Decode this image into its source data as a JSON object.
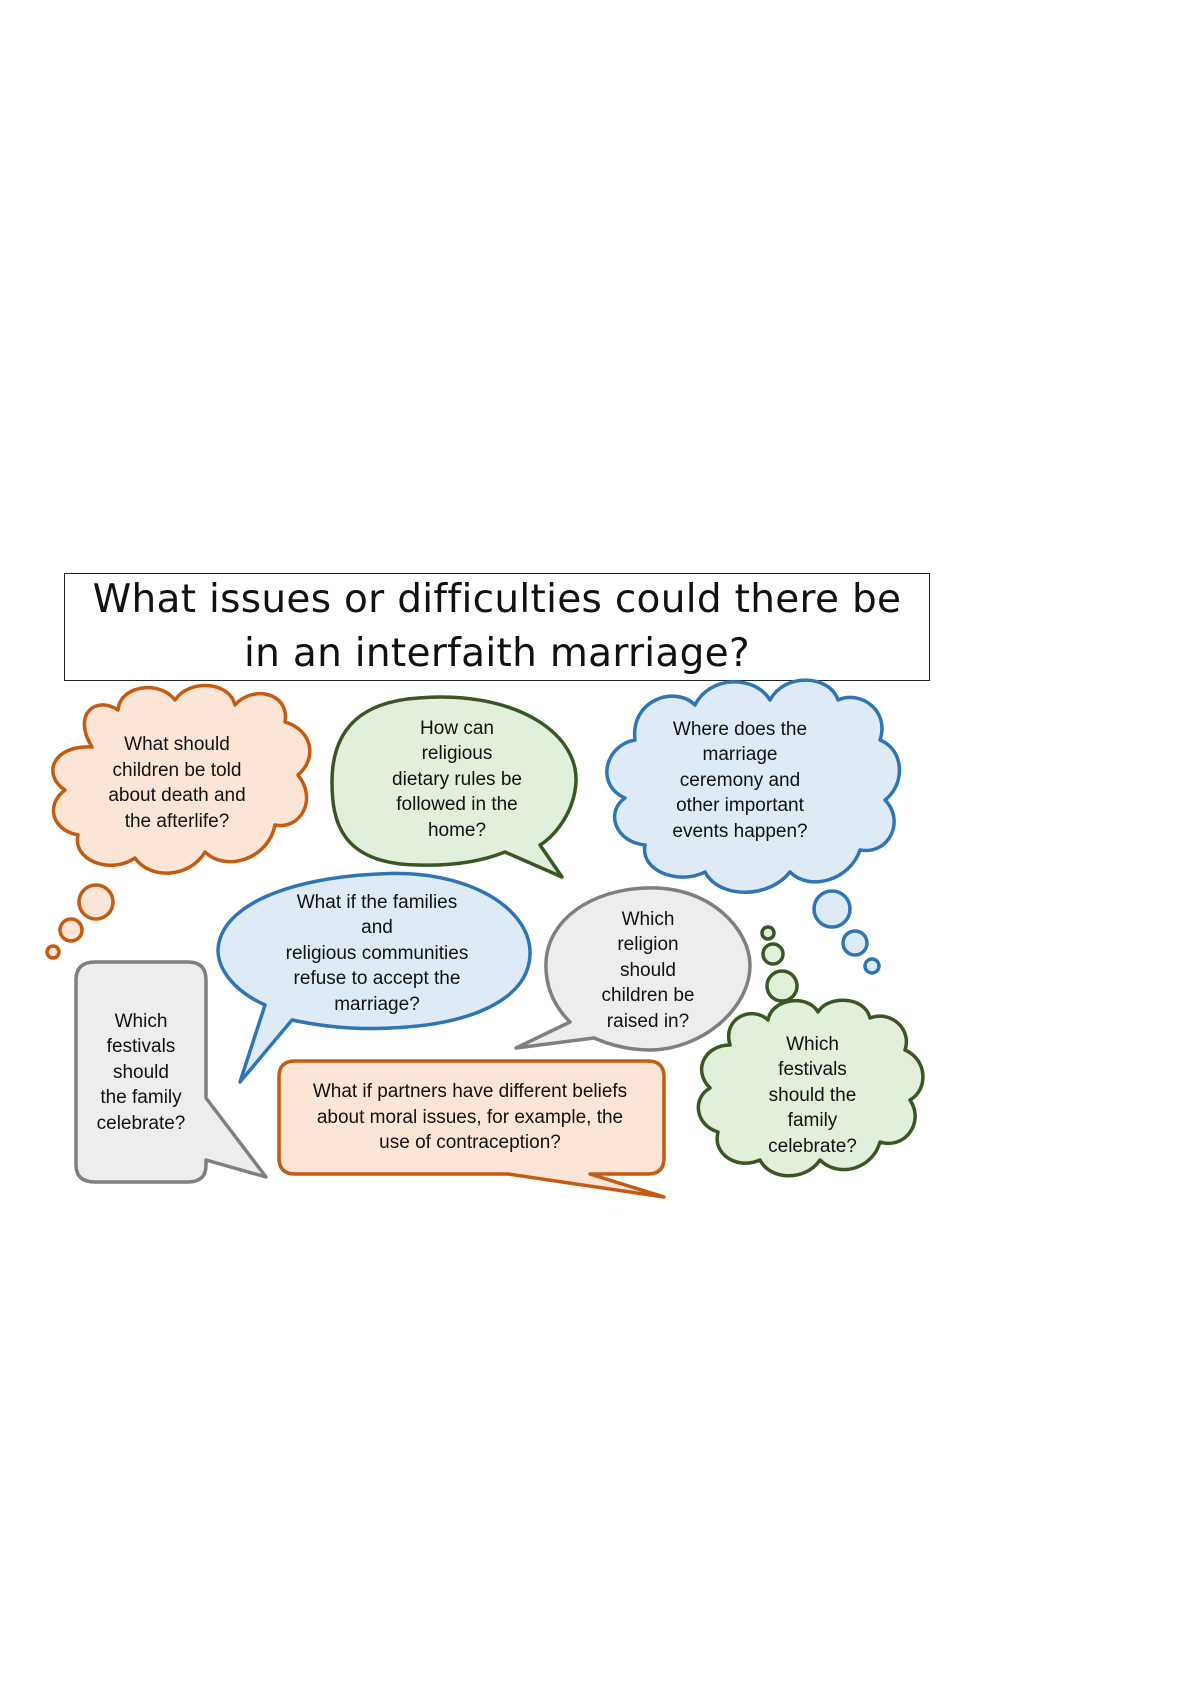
{
  "title": {
    "line1": "What issues or difficulties could there be",
    "line2": "in an interfaith marriage?"
  },
  "colors": {
    "orange_stroke": "#c55a11",
    "orange_fill": "#fbe5d6",
    "green_stroke": "#385723",
    "green_fill": "#e2efda",
    "blue_stroke": "#2e75b6",
    "blue_fill": "#deebf7",
    "grey_stroke": "#7f7f7f",
    "grey_fill": "#ededed"
  },
  "bubbles": {
    "death_afterlife": "What should\nchildren be told\nabout death and\nthe afterlife?",
    "dietary_rules": "How can\nreligious\ndietary rules be\nfollowed in the\nhome?",
    "marriage_ceremony": "Where does the\nmarriage\nceremony and\nother important\nevents happen?",
    "families_refuse": "What if the families\nand\nreligious communities\nrefuse to accept the\nmarriage?",
    "religion_children": "Which\nreligion\nshould\nchildren be\nraised in?",
    "festivals_grey": "Which\nfestivals\nshould\nthe family\ncelebrate?",
    "moral_issues": "What if partners have different beliefs\nabout moral issues, for example, the\nuse of contraception?",
    "festivals_green": "Which\nfestivals\nshould the\nfamily\ncelebrate?"
  }
}
